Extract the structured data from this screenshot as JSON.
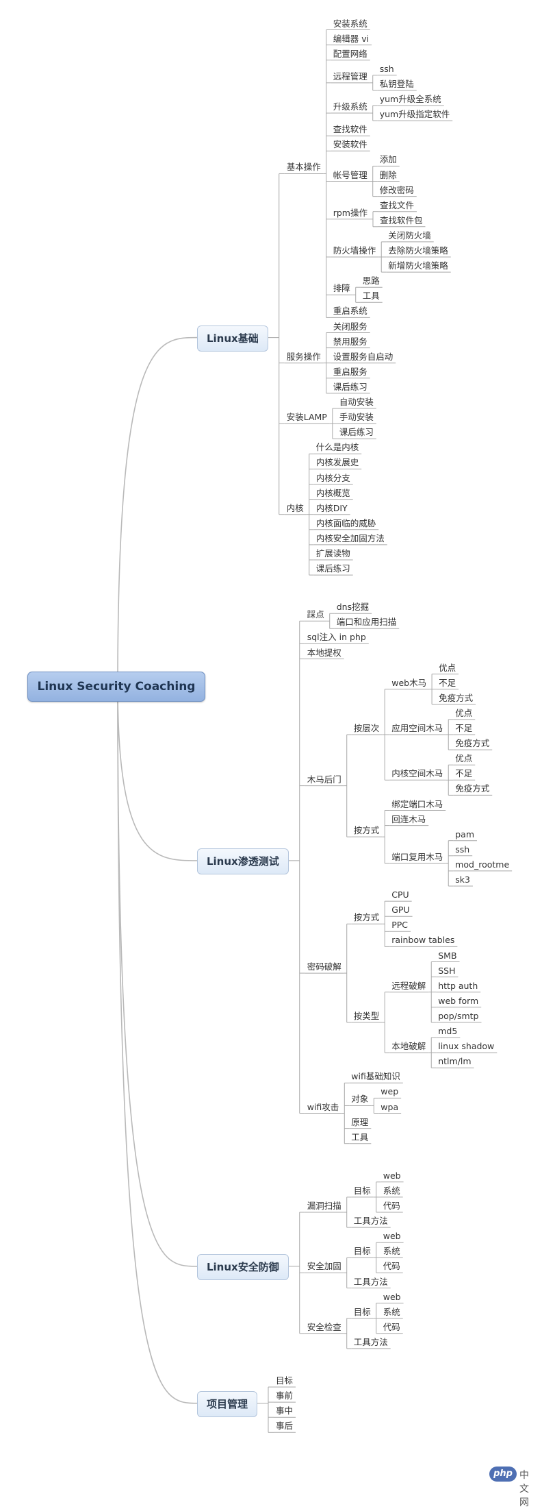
{
  "root": "Linux Security Coaching",
  "branches": [
    {
      "label": "Linux基础",
      "children": [
        {
          "label": "基本操作",
          "children": [
            {
              "label": "安装系统"
            },
            {
              "label": "编辑器 vi"
            },
            {
              "label": "配置网络"
            },
            {
              "label": "远程管理",
              "children": [
                {
                  "label": "ssh"
                },
                {
                  "label": "私钥登陆"
                }
              ]
            },
            {
              "label": "升级系统",
              "children": [
                {
                  "label": "yum升级全系统"
                },
                {
                  "label": "yum升级指定软件"
                }
              ]
            },
            {
              "label": "查找软件"
            },
            {
              "label": "安装软件"
            },
            {
              "label": "帐号管理",
              "children": [
                {
                  "label": "添加"
                },
                {
                  "label": "删除"
                },
                {
                  "label": "修改密码"
                }
              ]
            },
            {
              "label": "rpm操作",
              "children": [
                {
                  "label": "查找文件"
                },
                {
                  "label": "查找软件包"
                }
              ]
            },
            {
              "label": "防火墙操作",
              "children": [
                {
                  "label": "关闭防火墙"
                },
                {
                  "label": "去除防火墙策略"
                },
                {
                  "label": "新增防火墙策略"
                }
              ]
            },
            {
              "label": "排障",
              "children": [
                {
                  "label": "思路"
                },
                {
                  "label": "工具"
                }
              ]
            },
            {
              "label": "重启系统"
            }
          ]
        },
        {
          "label": "服务操作",
          "children": [
            {
              "label": "关闭服务"
            },
            {
              "label": "禁用服务"
            },
            {
              "label": "设置服务自启动"
            },
            {
              "label": "重启服务"
            },
            {
              "label": "课后练习"
            }
          ]
        },
        {
          "label": "安装LAMP",
          "children": [
            {
              "label": "自动安装"
            },
            {
              "label": "手动安装"
            },
            {
              "label": "课后练习"
            }
          ]
        },
        {
          "label": "内核",
          "children": [
            {
              "label": "什么是内核"
            },
            {
              "label": "内核发展史"
            },
            {
              "label": "内核分支"
            },
            {
              "label": "内核概览"
            },
            {
              "label": "内核DIY"
            },
            {
              "label": "内核面临的威胁"
            },
            {
              "label": "内核安全加固方法"
            },
            {
              "label": "扩展读物"
            },
            {
              "label": "课后练习"
            }
          ]
        }
      ]
    },
    {
      "label": "Linux渗透测试",
      "children": [
        {
          "label": "踩点",
          "children": [
            {
              "label": "dns挖掘"
            },
            {
              "label": "端口和应用扫描"
            }
          ]
        },
        {
          "label": "sql注入 in php"
        },
        {
          "label": "本地提权"
        },
        {
          "label": "木马后门",
          "children": [
            {
              "label": "按层次",
              "children": [
                {
                  "label": "web木马",
                  "children": [
                    {
                      "label": "优点"
                    },
                    {
                      "label": "不足"
                    },
                    {
                      "label": "免疫方式"
                    }
                  ]
                },
                {
                  "label": "应用空间木马",
                  "children": [
                    {
                      "label": "优点"
                    },
                    {
                      "label": "不足"
                    },
                    {
                      "label": "免疫方式"
                    }
                  ]
                },
                {
                  "label": "内核空间木马",
                  "children": [
                    {
                      "label": "优点"
                    },
                    {
                      "label": "不足"
                    },
                    {
                      "label": "免疫方式"
                    }
                  ]
                }
              ]
            },
            {
              "label": "按方式",
              "children": [
                {
                  "label": "绑定端口木马"
                },
                {
                  "label": "回连木马"
                },
                {
                  "label": "端口复用木马",
                  "children": [
                    {
                      "label": "pam"
                    },
                    {
                      "label": "ssh"
                    },
                    {
                      "label": "mod_rootme"
                    },
                    {
                      "label": "sk3"
                    }
                  ]
                }
              ]
            }
          ]
        },
        {
          "label": "密码破解",
          "children": [
            {
              "label": "按方式",
              "children": [
                {
                  "label": "CPU"
                },
                {
                  "label": "GPU"
                },
                {
                  "label": "PPC"
                },
                {
                  "label": "rainbow tables"
                }
              ]
            },
            {
              "label": "按类型",
              "children": [
                {
                  "label": "远程破解",
                  "children": [
                    {
                      "label": "SMB"
                    },
                    {
                      "label": "SSH"
                    },
                    {
                      "label": "http auth"
                    },
                    {
                      "label": "web form"
                    },
                    {
                      "label": "pop/smtp"
                    }
                  ]
                },
                {
                  "label": "本地破解",
                  "children": [
                    {
                      "label": "md5"
                    },
                    {
                      "label": "linux shadow"
                    },
                    {
                      "label": "ntlm/lm"
                    }
                  ]
                }
              ]
            }
          ]
        },
        {
          "label": "wifi攻击",
          "children": [
            {
              "label": "wifi基础知识"
            },
            {
              "label": "对象",
              "children": [
                {
                  "label": "wep"
                },
                {
                  "label": "wpa"
                }
              ]
            },
            {
              "label": "原理"
            },
            {
              "label": "工具"
            }
          ]
        }
      ]
    },
    {
      "label": "Linux安全防御",
      "children": [
        {
          "label": "漏洞扫描",
          "children": [
            {
              "label": "目标",
              "children": [
                {
                  "label": "web"
                },
                {
                  "label": "系统"
                },
                {
                  "label": "代码"
                }
              ]
            },
            {
              "label": "工具方法"
            }
          ]
        },
        {
          "label": "安全加固",
          "children": [
            {
              "label": "目标",
              "children": [
                {
                  "label": "web"
                },
                {
                  "label": "系统"
                },
                {
                  "label": "代码"
                }
              ]
            },
            {
              "label": "工具方法"
            }
          ]
        },
        {
          "label": "安全检查",
          "children": [
            {
              "label": "目标",
              "children": [
                {
                  "label": "web"
                },
                {
                  "label": "系统"
                },
                {
                  "label": "代码"
                }
              ]
            },
            {
              "label": "工具方法"
            }
          ]
        }
      ]
    },
    {
      "label": "项目管理",
      "children": [
        {
          "label": "目标"
        },
        {
          "label": "事前"
        },
        {
          "label": "事中"
        },
        {
          "label": "事后"
        }
      ]
    }
  ],
  "watermark": {
    "badge": "php",
    "text": "中文网"
  }
}
